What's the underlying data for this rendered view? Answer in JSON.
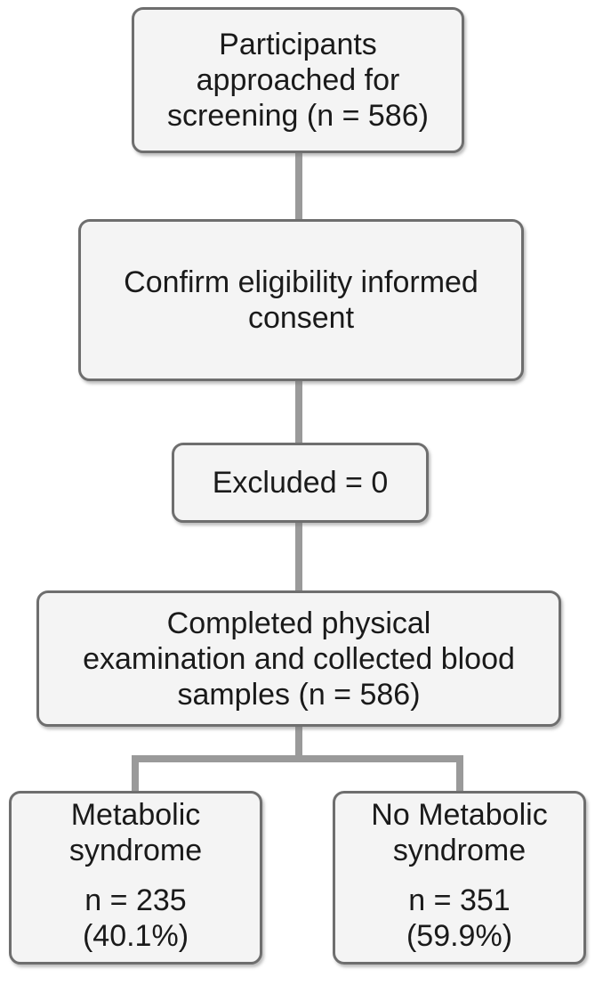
{
  "diagram": {
    "type": "flowchart",
    "colors": {
      "box_fill": "#f4f4f4",
      "box_border": "#6e6e6e",
      "connector": "#9a9a9a",
      "text": "#1a1a1a",
      "background": "#ffffff"
    },
    "nodes": {
      "approached": {
        "label": "Participants\napproached for\nscreening (n = 586)"
      },
      "consent": {
        "label": "Confirm eligibility informed\nconsent"
      },
      "excluded": {
        "label": "Excluded = 0"
      },
      "completed": {
        "label": "Completed physical\nexamination and collected blood\nsamples (n = 586)"
      },
      "metabolic": {
        "title": "Metabolic\nsyndrome",
        "stats": "n = 235\n(40.1%)"
      },
      "no_metabolic": {
        "title": "No Metabolic\nsyndrome",
        "stats": "n = 351\n(59.9%)"
      }
    },
    "edges": [
      "approached -> consent",
      "consent -> excluded",
      "excluded -> completed",
      "completed -> metabolic",
      "completed -> no_metabolic"
    ]
  }
}
